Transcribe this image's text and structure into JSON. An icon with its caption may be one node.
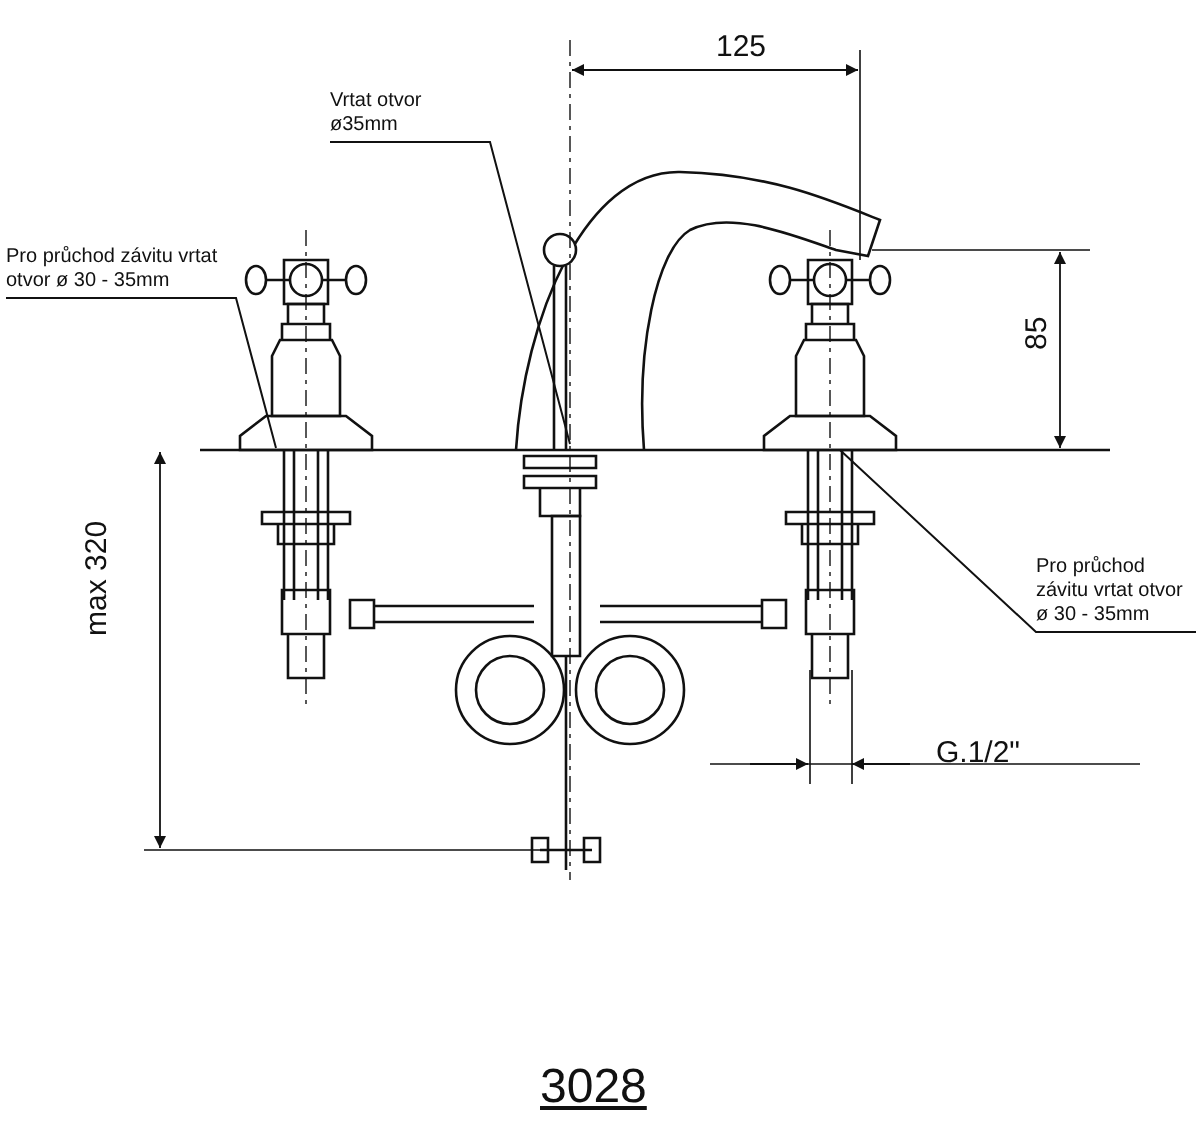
{
  "diagram": {
    "caption": "3028",
    "nodes": [
      {
        "text": [
          "Vrtat otvor ø35mm"
        ]
      },
      {
        "text": [
          "Pro průchod závitu vrtat otvor ø 30 - 35mm"
        ]
      },
      {
        "text": [
          "Pro průchod závitu vrtat otvor ø 30 - 35mm"
        ]
      }
    ],
    "edges": [
      {
        "from": 0,
        "to": null,
        "arrow": "none"
      },
      {
        "from": 1,
        "to": null,
        "arrow": "none"
      },
      {
        "from": 2,
        "to": null,
        "arrow": "none"
      }
    ],
    "labels": [
      "125",
      "85",
      "max 320",
      "G.1/2\""
    ]
  }
}
